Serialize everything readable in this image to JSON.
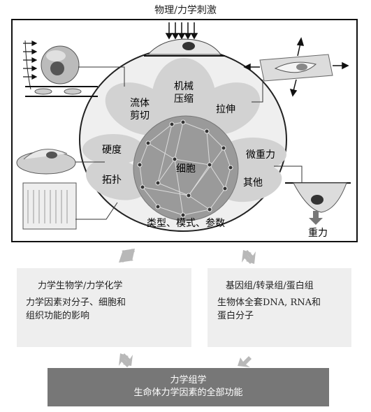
{
  "top_label": "物理/力学刺激",
  "hub": {
    "center_label": "细胞",
    "petals": {
      "compression_line1": "机械",
      "compression_line2": "压缩",
      "shear_line1": "流体",
      "shear_line2": "剪切",
      "stretch": "拉伸",
      "stiffness": "硬度",
      "topology": "拓扑",
      "microgravity": "微重力",
      "other": "其他"
    },
    "bottom_caption": "类型、模式、参数"
  },
  "gravity_label": "重力",
  "left_box": {
    "title": "力学生物学/力学化学",
    "body_line1": "力学因素对分子、细胞和",
    "body_line2": "组织功能的影响"
  },
  "right_box": {
    "title": "基因组/转录组/蛋白组",
    "body_line1": "生物体全套DNA, RNA和",
    "body_line2": "蛋白分子"
  },
  "bottom_box": {
    "title": "力学组学",
    "subtitle": "生命体力学因素的全部功能"
  },
  "colors": {
    "frame": "#111111",
    "petal": "#d2d2d2",
    "hub_inner": "#9a9a9a",
    "hub_outer": "#efefef",
    "info_box": "#eeeeee",
    "bottom_bar": "#777777",
    "arrow": "#b8b8b8"
  }
}
